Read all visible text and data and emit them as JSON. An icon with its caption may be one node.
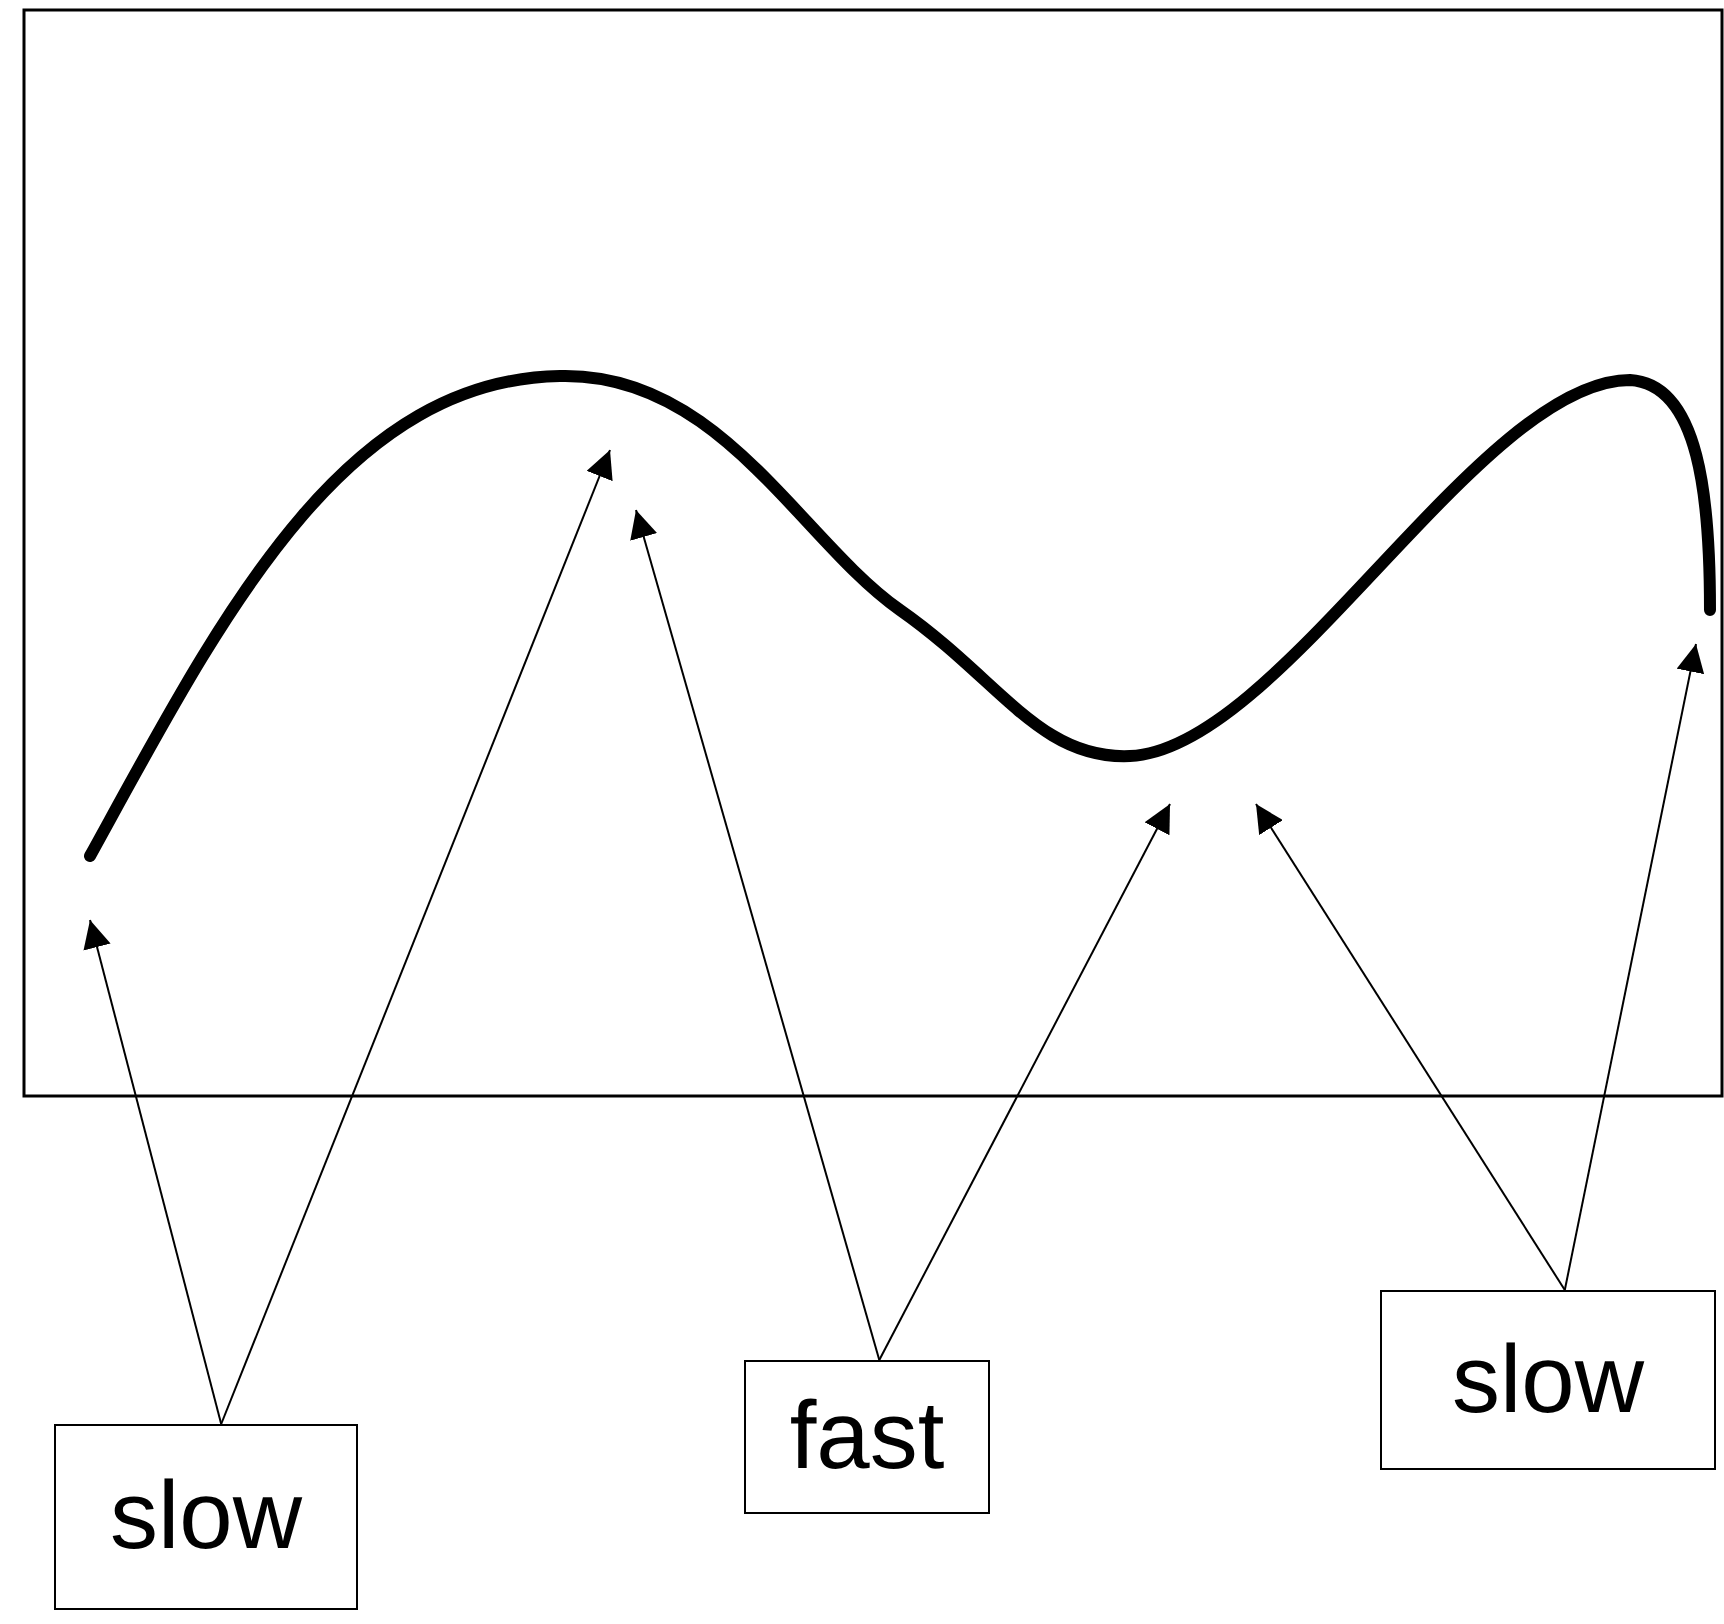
{
  "diagram": {
    "nodes": [
      {
        "text": [
          "slow"
        ]
      },
      {
        "text": [
          "fast"
        ]
      },
      {
        "text": [
          "slow"
        ]
      }
    ],
    "edges": [
      {
        "from": 0,
        "to": null,
        "arrow": "to"
      },
      {
        "from": 0,
        "to": null,
        "arrow": "to"
      },
      {
        "from": 1,
        "to": null,
        "arrow": "to"
      },
      {
        "from": 1,
        "to": null,
        "arrow": "to"
      },
      {
        "from": 2,
        "to": null,
        "arrow": "to"
      },
      {
        "from": 2,
        "to": null,
        "arrow": "to"
      }
    ]
  }
}
